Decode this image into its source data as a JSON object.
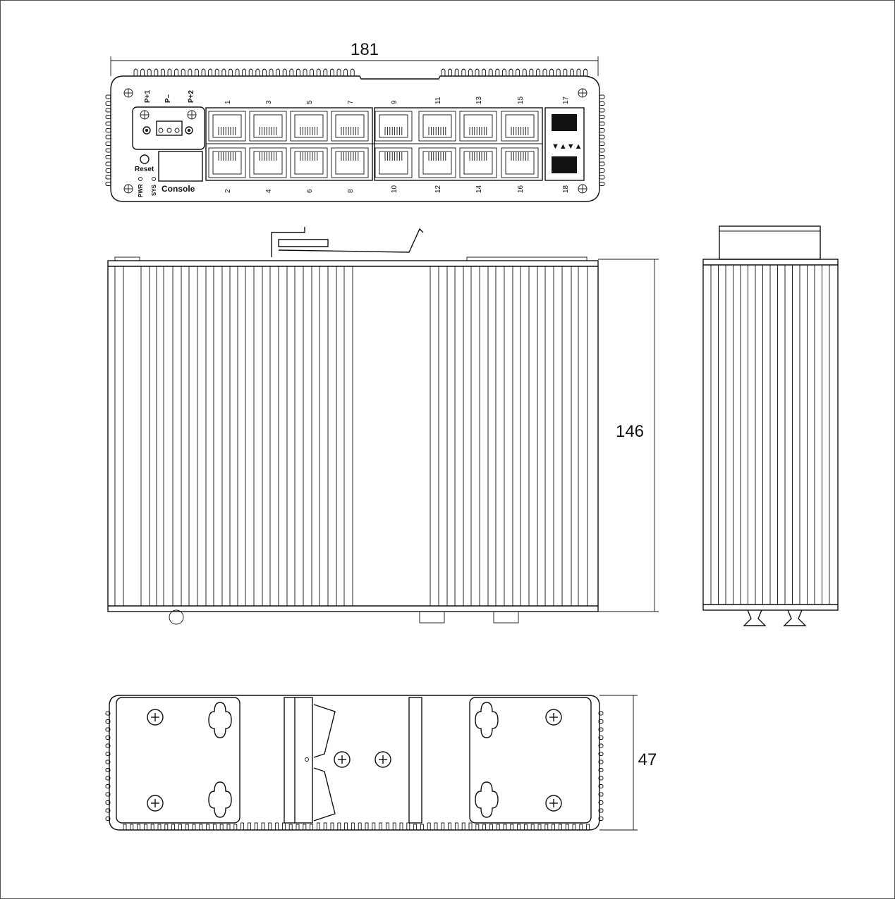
{
  "dimensions": {
    "width": "181",
    "length": "146",
    "height": "47"
  },
  "front_panel": {
    "power_labels": [
      "P+1",
      "P–",
      "P+2"
    ],
    "reset_label": "Reset",
    "pwr_led_label": "PWR",
    "sys_led_label": "SYS",
    "console_label": "Console",
    "top_ports": [
      "1",
      "3",
      "5",
      "7",
      "9",
      "11",
      "13",
      "15"
    ],
    "bottom_ports": [
      "2",
      "4",
      "6",
      "8",
      "10",
      "12",
      "14",
      "16"
    ],
    "sfp_ports": [
      "17",
      "18"
    ]
  }
}
